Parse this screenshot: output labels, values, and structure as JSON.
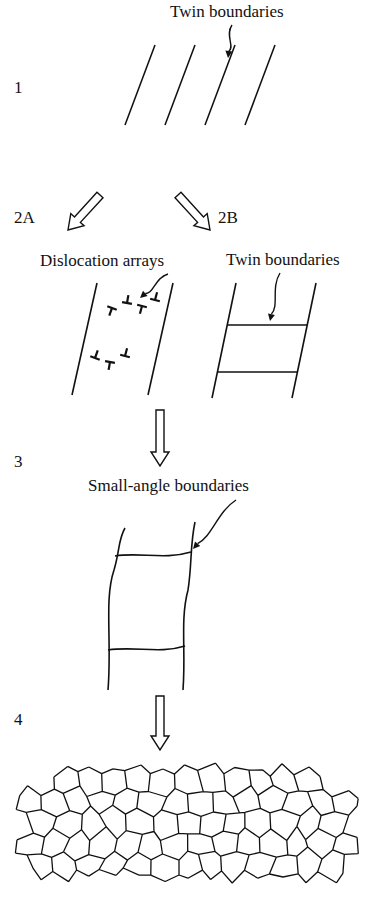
{
  "diagram": {
    "labels": [
      "Twin boundaries",
      "1",
      "2A",
      "2B",
      "Dislocation arrays",
      "Twin boundaries",
      "3",
      "Small-angle boundaries",
      "4"
    ]
  }
}
